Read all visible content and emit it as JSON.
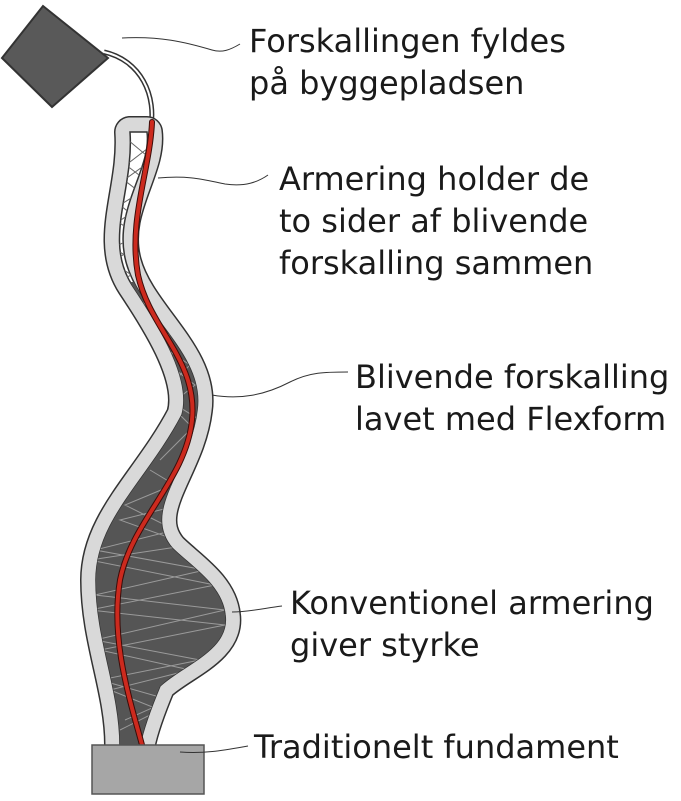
{
  "labels": {
    "fill": {
      "line1": "Forskallingen fyldes",
      "line2": "på byggepladsen"
    },
    "rebar_hold": {
      "line1": "Armering holder de",
      "line2": "to sider af blivende",
      "line3": "forskalling sammen"
    },
    "permanent_form": {
      "line1": "Blivende forskalling",
      "line2": "lavet med Flexform"
    },
    "conventional_rebar": {
      "line1": "Konventionel armering",
      "line2": "giver styrke"
    },
    "foundation": {
      "line1": "Traditionelt fundament"
    }
  },
  "colors": {
    "formwork": "#d9d9d9",
    "concrete": "#555555",
    "rebar": "#cc2a1e",
    "foundation": "#a6a6a6",
    "bucket": "#595959",
    "outline": "#333333",
    "text": "#1a1a1a"
  }
}
